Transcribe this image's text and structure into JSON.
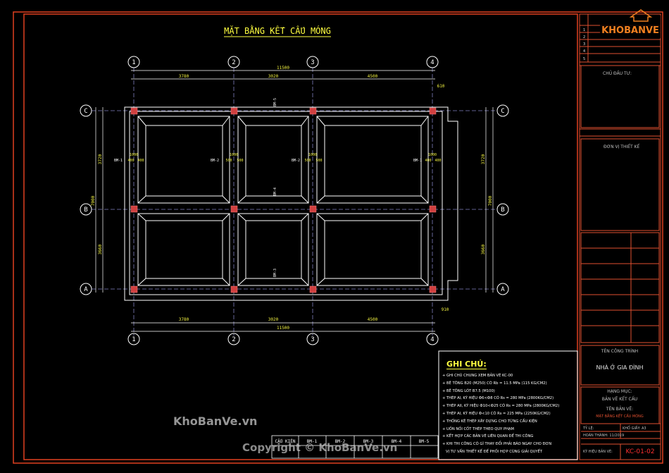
{
  "drawing": {
    "title": "MẶT BẰNG KẾT CẤU MÓNG",
    "grid_top": [
      "1",
      "2",
      "3",
      "4"
    ],
    "grid_side": [
      "C",
      "B",
      "A"
    ],
    "dim_overall": "11500",
    "dim_spans": [
      "3780",
      "3020",
      "4500"
    ],
    "dim_left_spans": [
      "3720",
      "3660"
    ],
    "dim_right_spans": [
      "3720",
      "3660"
    ],
    "dim_mid_left": "7000",
    "dim_mid_right": "7000",
    "dim_corner_top": "610",
    "dim_corner_bottom": "910",
    "beam_labels": [
      "BM-1",
      "BM-2",
      "BM-2",
      "BM-1",
      "BM-5",
      "BM-4",
      "BM-3"
    ],
    "small_dims": [
      "1000",
      "400",
      "400",
      "500",
      "500"
    ]
  },
  "notes": {
    "header": "GHI CHÚ:",
    "items": [
      "GHI CHÚ CHUNG XEM BẢN VẼ KC-00",
      "BÊ TÔNG B20 (M250) CÓ Rb = 11.5 MPa (115 KG/CM2)",
      "BÊ TÔNG LÓT B7.5 (M100)",
      "THÉP AI, KÝ HIỆU Ф6<Ф8 CÓ Rs = 280 MPa (2800KG/CM2)",
      "THÉP AII, KÝ HIỆU Ф10<Ф25 CÓ Rs = 280 MPa (2800KG/CM2)",
      "THÉP AI, KÝ HIỆU Ф<10 CÓ Rs = 225 MPa (2250KG/CM2)",
      "THỐNG KÊ THÉP XÂY DỰNG CHO TỪNG CẤU KIỆN",
      "UỐN NỐI CỐT THÉP THEO QUY PHẠM",
      "KẾT HỢP CÁC BẢN VẼ LIÊN QUAN ĐỂ THI CÔNG",
      "KHI THI CÔNG CÓ GÌ THAY ĐỔI PHẢI BÁO NGAY CHO ĐƠN",
      "VỊ TƯ VẤN THIẾT KẾ ĐỂ PHỐI HỢP CÙNG GIẢI QUYẾT"
    ]
  },
  "table": {
    "header": "CẤU KIỆN",
    "cols": [
      "BM-1",
      "BM-2",
      "BM-3",
      "BM-4",
      "BM-5"
    ]
  },
  "titleblock": {
    "rev_rows": [
      "1",
      "2",
      "3",
      "4",
      "5"
    ],
    "owner_label": "CHỦ ĐẦU TƯ:",
    "design_unit": "ĐƠN VỊ THIẾT KẾ",
    "project_label": "TÊN CÔNG TRÌNH",
    "project_name": "NHÀ Ở GIA ĐÌNH",
    "category_label": "HẠNG MỤC:",
    "category_value": "BẢN VẼ KẾT CẤU",
    "sheet_label": "TÊN BẢN VẼ:",
    "sheet_value": "MẶT BẰNG KẾT CẤU MÓNG",
    "scale_label": "TỶ LỆ:",
    "size_label": "KHỔ GIẤY: A3",
    "date_label": "HOÀN THÀNH: 11/2019",
    "number_label": "KÝ HIỆU BẢN VẼ:",
    "sheet_no": "KC-01-02"
  },
  "branding": {
    "logo_text": "KHOBANVE",
    "wm_main": "KhoBanVe.vn",
    "wm_copy": "Copyright © KhoBanVe.vn"
  },
  "colors": {
    "frame": "#e04020",
    "titleblock": "#e05030",
    "dim": "#f0f040",
    "axis": "#8080c0",
    "beam": "#ffffff",
    "column": "#d04040",
    "title": "#ffff40",
    "note_title": "#ffff40",
    "note_text": "#ffffff",
    "logo": "#f08020"
  }
}
